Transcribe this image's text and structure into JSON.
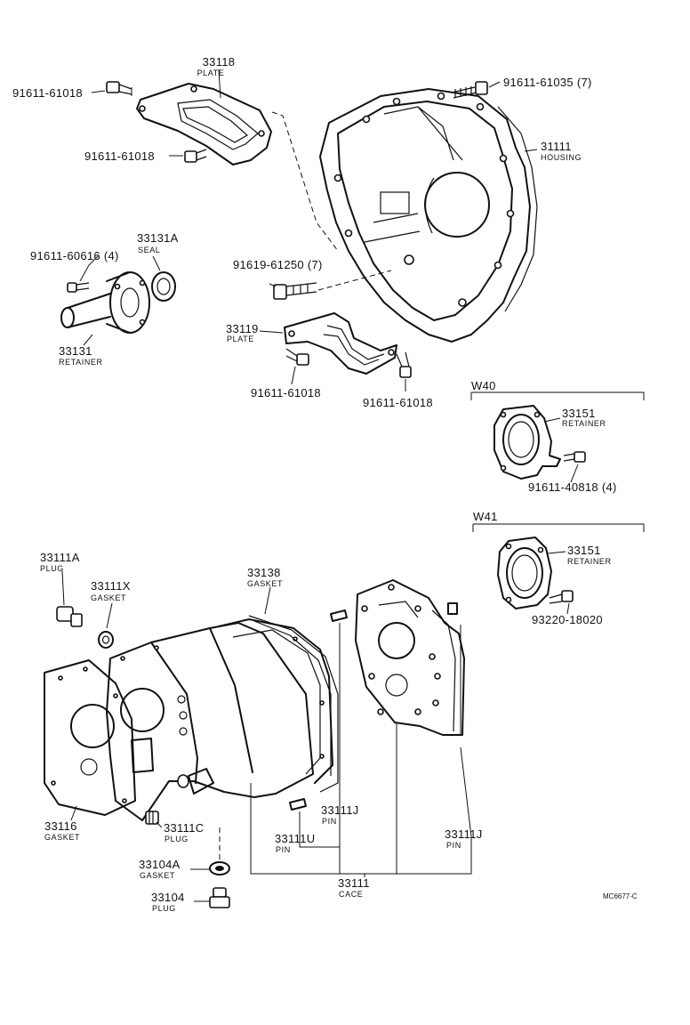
{
  "diagram": {
    "drawing_code": "MC6677-C",
    "parts": [
      {
        "id": "plate_33118",
        "number": "33118",
        "name": "PLATE"
      },
      {
        "id": "bolt_top_left",
        "number": "91611-61018"
      },
      {
        "id": "bolt_plate_lower",
        "number": "91611-61018"
      },
      {
        "id": "bolt_housing_top",
        "number": "91611-61035 (7)"
      },
      {
        "id": "housing_31111",
        "number": "31111",
        "name": "HOUSING"
      },
      {
        "id": "seal_33131A",
        "number": "33131A",
        "name": "SEAL"
      },
      {
        "id": "bolt_retainer",
        "number": "91611-60616 (4)"
      },
      {
        "id": "retainer_33131",
        "number": "33131",
        "name": "RETAINER"
      },
      {
        "id": "bolt_housing_mid",
        "number": "91619-61250 (7)"
      },
      {
        "id": "plate_33119",
        "number": "33119",
        "name": "PLATE"
      },
      {
        "id": "bolt_plate2_left",
        "number": "91611-61018"
      },
      {
        "id": "bolt_plate2_right",
        "number": "91611-61018"
      },
      {
        "id": "retainer_w40",
        "number": "33151",
        "name": "RETAINER"
      },
      {
        "id": "bolt_w40",
        "number": "91611-40818 (4)"
      },
      {
        "id": "retainer_w41",
        "number": "33151",
        "name": "RETAINER"
      },
      {
        "id": "bolt_w41",
        "number": "93220-18020"
      },
      {
        "id": "plug_33111A",
        "number": "33111A",
        "name": "PLUG"
      },
      {
        "id": "gasket_33111X",
        "number": "33111X",
        "name": "GASKET"
      },
      {
        "id": "gasket_33138",
        "number": "33138",
        "name": "GASKET"
      },
      {
        "id": "gasket_33116",
        "number": "33116",
        "name": "GASKET"
      },
      {
        "id": "plug_33111C",
        "number": "33111C",
        "name": "PLUG"
      },
      {
        "id": "pin_33111J_a",
        "number": "33111J",
        "name": "PIN"
      },
      {
        "id": "pin_33111U",
        "number": "33111U",
        "name": "PIN"
      },
      {
        "id": "pin_33111J_b",
        "number": "33111J",
        "name": "PIN"
      },
      {
        "id": "case_33111",
        "number": "33111",
        "name": "CACE"
      },
      {
        "id": "gasket_33104A",
        "number": "33104A",
        "name": "GASKET"
      },
      {
        "id": "plug_33104",
        "number": "33104",
        "name": "PLUG"
      }
    ],
    "variants": [
      {
        "id": "w40",
        "label": "W40"
      },
      {
        "id": "w41",
        "label": "W41"
      }
    ]
  }
}
